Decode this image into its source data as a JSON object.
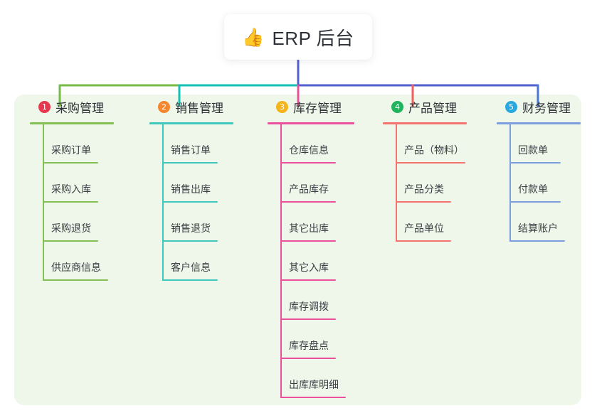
{
  "root": {
    "icon": "thumbs-up-icon",
    "emoji": "👍",
    "title": "ERP 后台"
  },
  "panel": {
    "background_color": "#eef7e9"
  },
  "connector_colors": {
    "segment_1": "#76bb45",
    "segment_2": "#13c2b4",
    "segment_3": "#5260cf",
    "drop_1": "#76bb45",
    "drop_2": "#13c2b4",
    "drop_3": "#e8529a",
    "drop_4": "#f2605c",
    "drop_5": "#4a76d4",
    "root_stem": "#5260cf"
  },
  "branches": [
    {
      "number": "1",
      "title": "采购管理",
      "badge_color": "#e8384f",
      "line_color": "#84bf55",
      "rule_width": 118,
      "leaves": [
        {
          "label": "采购订单",
          "rule_width": 78
        },
        {
          "label": "采购入库",
          "rule_width": 78
        },
        {
          "label": "采购退货",
          "rule_width": 78
        },
        {
          "label": "供应商信息",
          "rule_width": 92
        }
      ]
    },
    {
      "number": "2",
      "title": "销售管理",
      "badge_color": "#f5862e",
      "line_color": "#3fc9bd",
      "rule_width": 118,
      "leaves": [
        {
          "label": "销售订单",
          "rule_width": 78
        },
        {
          "label": "销售出库",
          "rule_width": 78
        },
        {
          "label": "销售退货",
          "rule_width": 78
        },
        {
          "label": "客户信息",
          "rule_width": 78
        }
      ]
    },
    {
      "number": "3",
      "title": "库存管理",
      "badge_color": "#f5b41d",
      "line_color": "#ea509b",
      "rule_width": 122,
      "leaves": [
        {
          "label": "仓库信息",
          "rule_width": 78
        },
        {
          "label": "产品库存",
          "rule_width": 78
        },
        {
          "label": "其它出库",
          "rule_width": 78
        },
        {
          "label": "其它入库",
          "rule_width": 78
        },
        {
          "label": "库存调拨",
          "rule_width": 78
        },
        {
          "label": "库存盘点",
          "rule_width": 78
        },
        {
          "label": "出库库明细",
          "rule_width": 92
        }
      ]
    },
    {
      "number": "4",
      "title": "产品管理",
      "badge_color": "#21b35e",
      "line_color": "#f4736f",
      "rule_width": 118,
      "leaves": [
        {
          "label": "产品（物料）",
          "rule_width": 98
        },
        {
          "label": "产品分类",
          "rule_width": 78
        },
        {
          "label": "产品单位",
          "rule_width": 78
        }
      ]
    },
    {
      "number": "5",
      "title": "财务管理",
      "badge_color": "#29a8e0",
      "line_color": "#7c9ede",
      "rule_width": 118,
      "leaves": [
        {
          "label": "回款单",
          "rule_width": 72
        },
        {
          "label": "付款单",
          "rule_width": 72
        },
        {
          "label": "结算账户",
          "rule_width": 78
        }
      ]
    }
  ]
}
